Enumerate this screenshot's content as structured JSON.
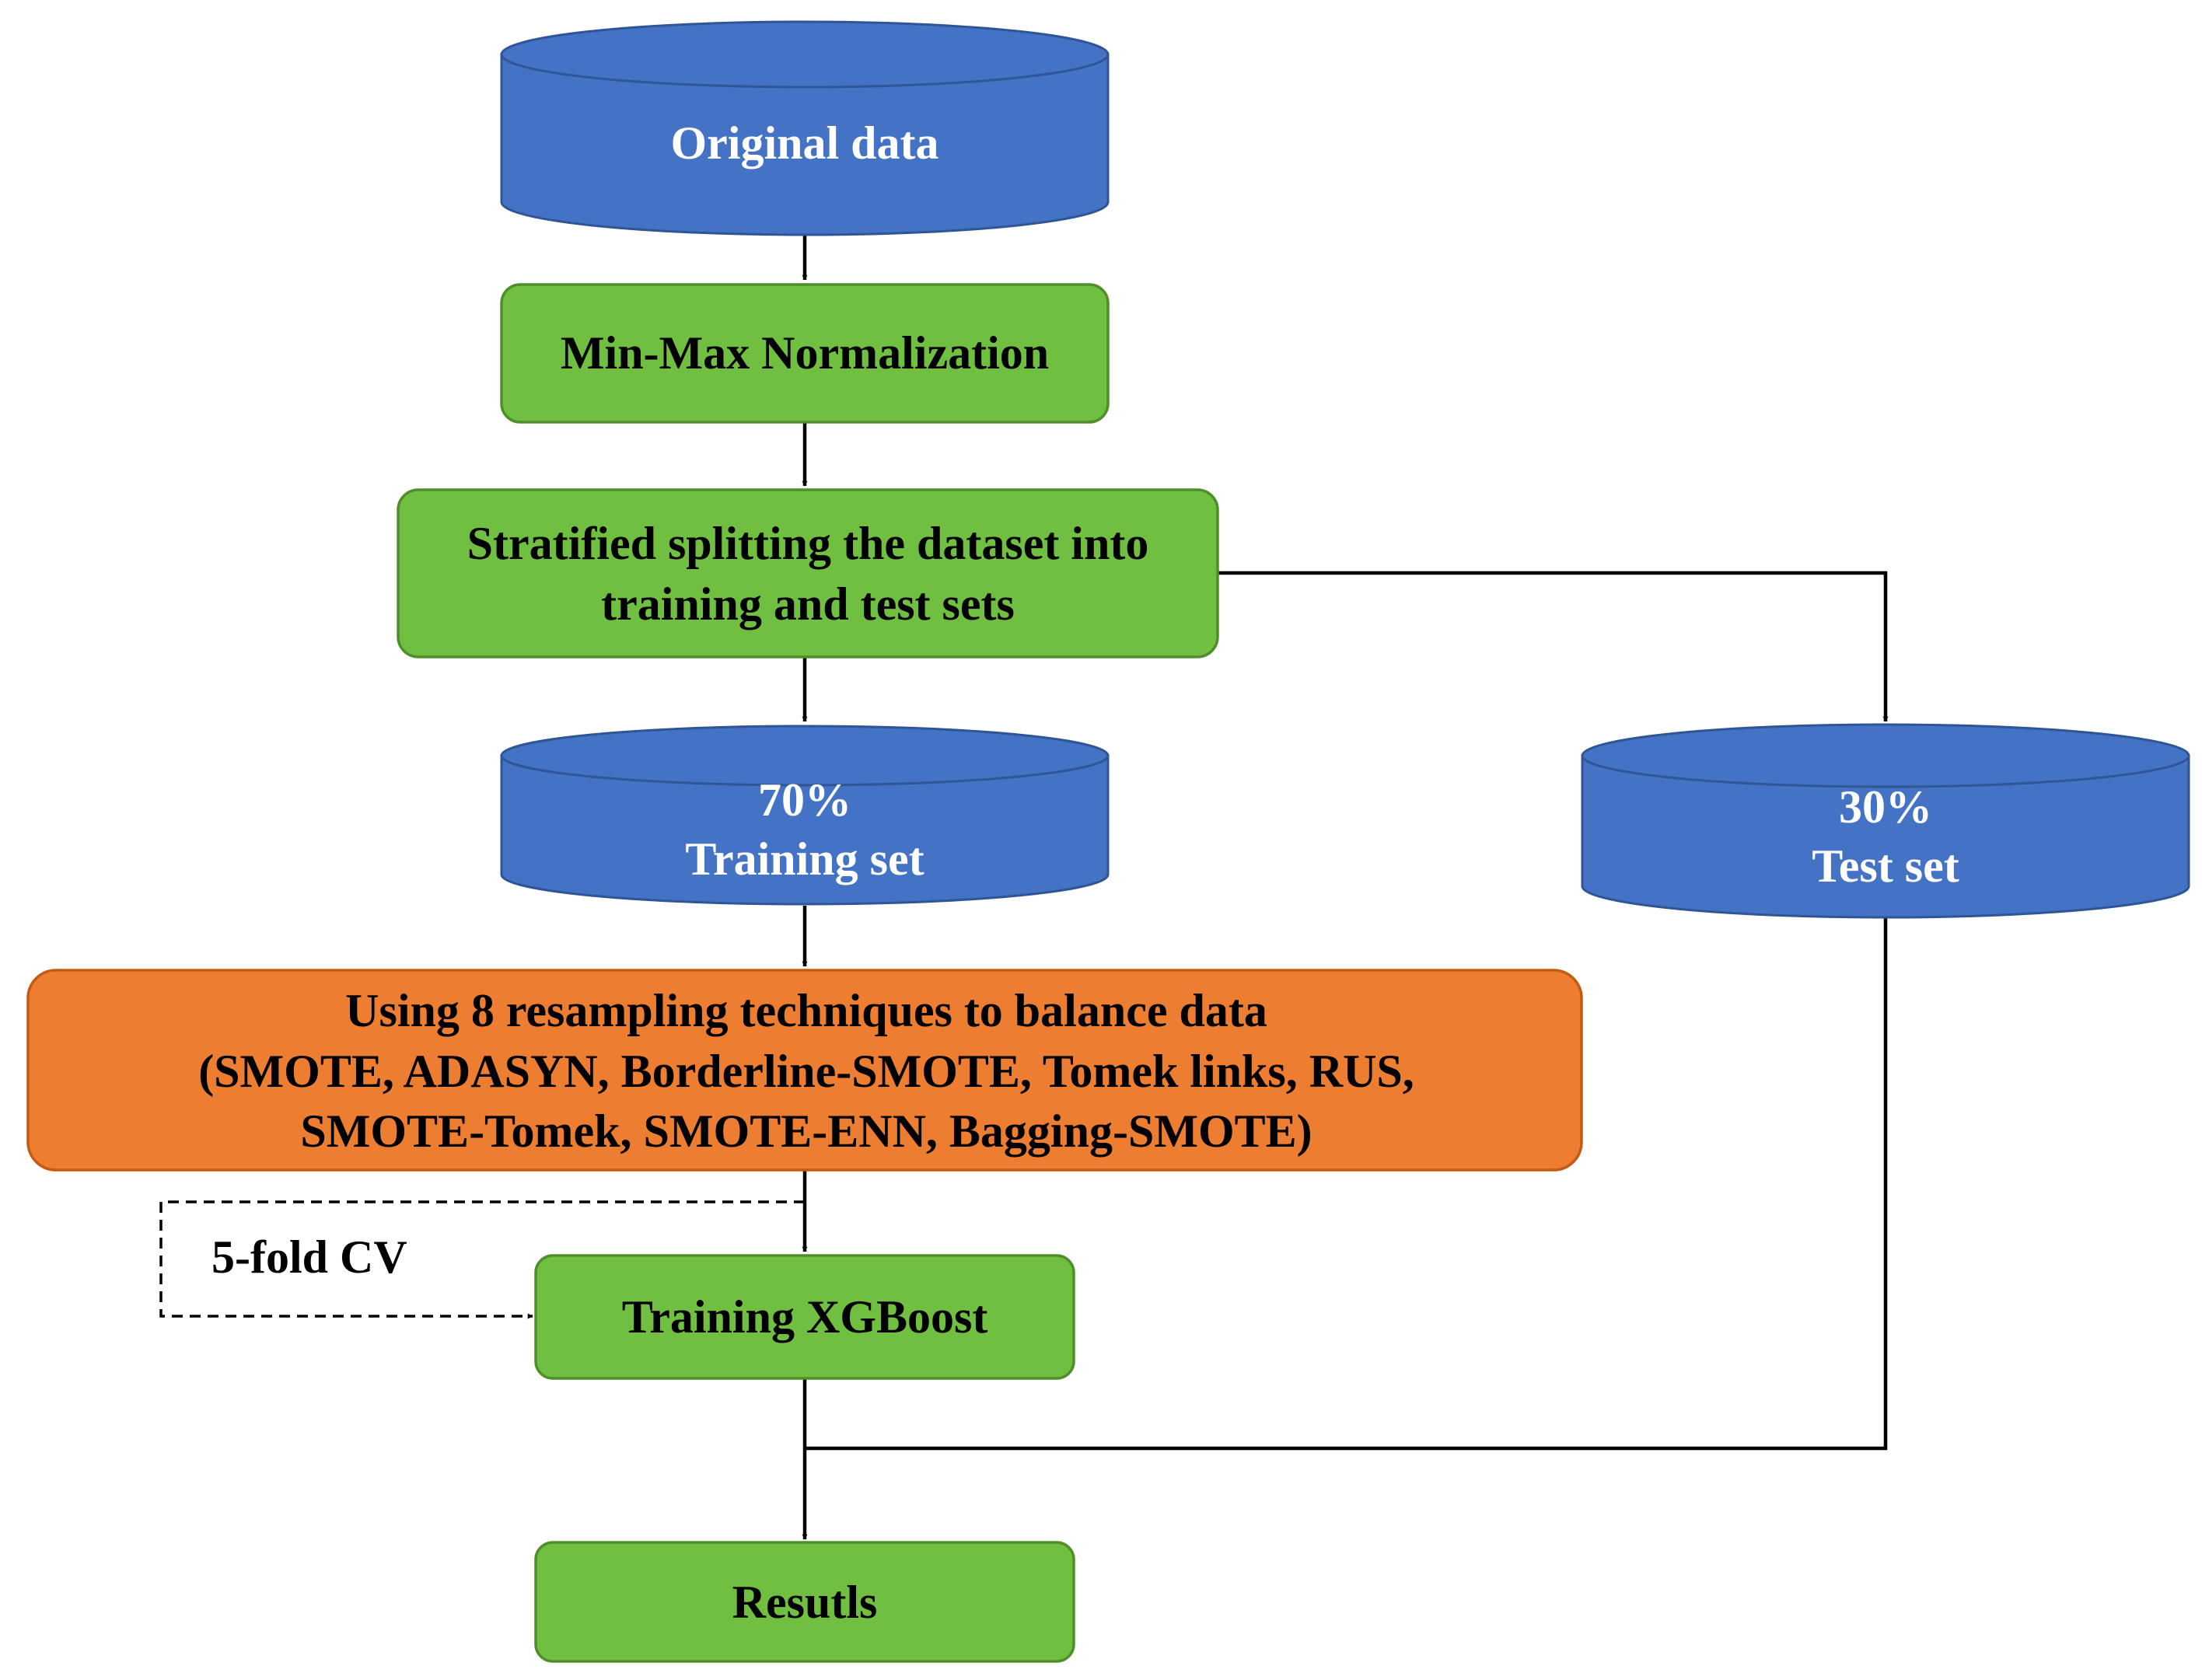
{
  "colors": {
    "cylinder_fill": "#4472C4",
    "cylinder_stroke": "#2F5597",
    "process_fill": "#70BF41",
    "process_stroke": "#4E8F2A",
    "resample_fill": "#ED7D31",
    "resample_stroke": "#C55A11",
    "connector": "#000000"
  },
  "nodes": {
    "original_data": {
      "shape": "cylinder",
      "lines": [
        "Original data"
      ]
    },
    "normalization": {
      "shape": "rounded-rect",
      "lines": [
        "Min-Max Normalization"
      ]
    },
    "split": {
      "shape": "rounded-rect",
      "lines": [
        "Stratified splitting the dataset into",
        "training and test sets"
      ]
    },
    "training_set": {
      "shape": "cylinder",
      "lines": [
        "70%",
        "Training set"
      ]
    },
    "test_set": {
      "shape": "cylinder",
      "lines": [
        "30%",
        "Test set"
      ]
    },
    "resampling": {
      "shape": "rounded-rect",
      "lines": [
        "Using 8 resampling techniques to balance data",
        "(SMOTE, ADASYN, Borderline-SMOTE, Tomek links, RUS,",
        "SMOTE-Tomek, SMOTE-ENN, Bagging-SMOTE)"
      ]
    },
    "training_xgboost": {
      "shape": "rounded-rect",
      "lines": [
        "Training XGBoost"
      ]
    },
    "results": {
      "shape": "rounded-rect",
      "lines": [
        "Resutls"
      ]
    }
  },
  "cv_label": "5-fold CV"
}
